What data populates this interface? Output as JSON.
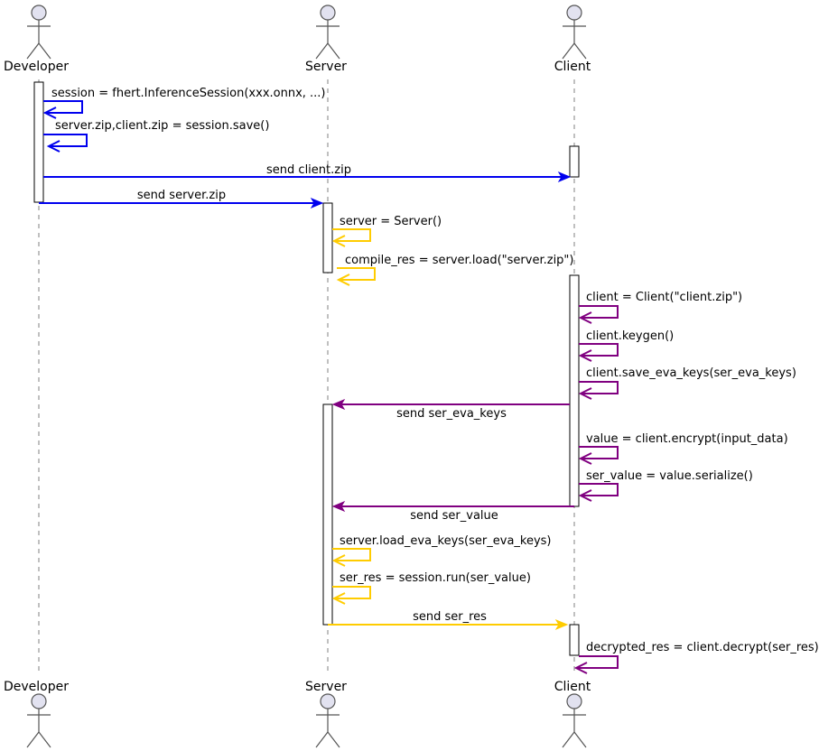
{
  "colors": {
    "developer": "#0000ee",
    "server": "#ffcc00",
    "client": "#800080",
    "actor_fill": "#e2e2f0",
    "lifeline": "#808080"
  },
  "actors": [
    {
      "id": "developer",
      "name": "Developer"
    },
    {
      "id": "server",
      "name": "Server"
    },
    {
      "id": "client",
      "name": "Client"
    }
  ],
  "messages": [
    {
      "id": "m1",
      "from": "developer",
      "to": "developer",
      "text": "session = fhert.InferenceSession(xxx.onnx, ...)"
    },
    {
      "id": "m2",
      "from": "developer",
      "to": "developer",
      "text": "server.zip,client.zip = session.save()"
    },
    {
      "id": "m3",
      "from": "developer",
      "to": "client",
      "text": "send client.zip"
    },
    {
      "id": "m4",
      "from": "developer",
      "to": "server",
      "text": "send server.zip"
    },
    {
      "id": "m5",
      "from": "server",
      "to": "server",
      "text": "server = Server()"
    },
    {
      "id": "m6",
      "from": "server",
      "to": "server",
      "text": "compile_res = server.load(\"server.zip\")"
    },
    {
      "id": "m7",
      "from": "client",
      "to": "client",
      "text": "client = Client(\"client.zip\")"
    },
    {
      "id": "m8",
      "from": "client",
      "to": "client",
      "text": "client.keygen()"
    },
    {
      "id": "m9",
      "from": "client",
      "to": "client",
      "text": "client.save_eva_keys(ser_eva_keys)"
    },
    {
      "id": "m10",
      "from": "client",
      "to": "server",
      "text": "send ser_eva_keys"
    },
    {
      "id": "m11",
      "from": "client",
      "to": "client",
      "text": "value = client.encrypt(input_data)"
    },
    {
      "id": "m12",
      "from": "client",
      "to": "client",
      "text": "ser_value = value.serialize()"
    },
    {
      "id": "m13",
      "from": "client",
      "to": "server",
      "text": "send ser_value"
    },
    {
      "id": "m14",
      "from": "server",
      "to": "server",
      "text": "server.load_eva_keys(ser_eva_keys)"
    },
    {
      "id": "m15",
      "from": "server",
      "to": "server",
      "text": "ser_res = session.run(ser_value)"
    },
    {
      "id": "m16",
      "from": "server",
      "to": "client",
      "text": "send ser_res"
    },
    {
      "id": "m17",
      "from": "client",
      "to": "client",
      "text": "decrypted_res = client.decrypt(ser_res)"
    }
  ]
}
